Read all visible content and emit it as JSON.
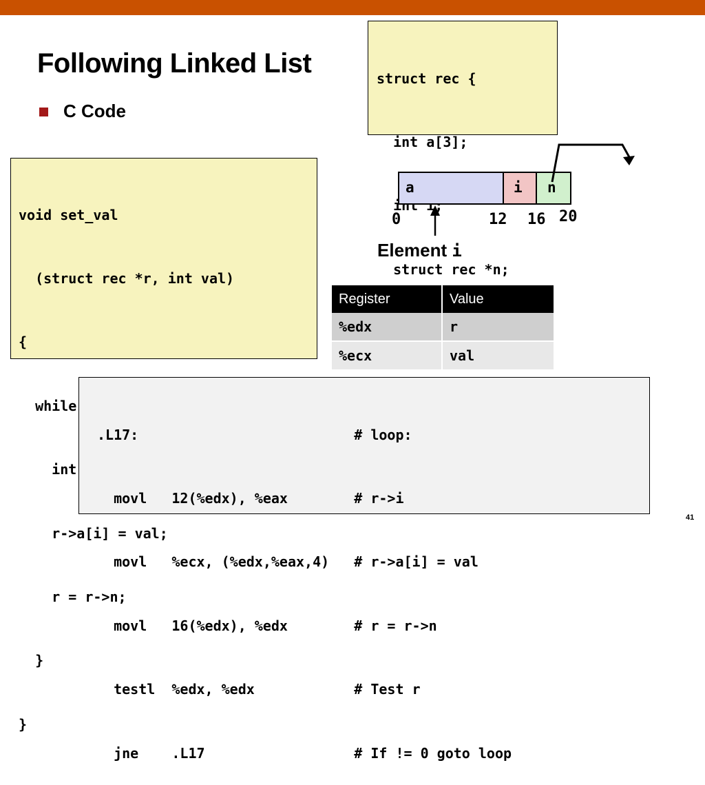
{
  "slide": {
    "title": "Following Linked List",
    "bullet": "C Code",
    "page_number": "41"
  },
  "struct_code": [
    "struct rec {",
    "  int a[3];",
    "  int i;",
    "  struct rec *n;",
    "};"
  ],
  "setval_code": [
    "void set_val",
    "  (struct rec *r, int val)",
    "{",
    "  while (r) {",
    "    int i = r->i;",
    "    r->a[i] = val;",
    "    r = r->n;",
    "  }",
    "}"
  ],
  "memory_diagram": {
    "cells": [
      "a",
      "i",
      "n"
    ],
    "offsets": [
      "0",
      "12",
      "16",
      "20"
    ],
    "element_label": "Element",
    "element_label_code": "i",
    "colors": {
      "a": "#d6d8f4",
      "i": "#f2c5c5",
      "n": "#d1f0cd"
    }
  },
  "register_table": {
    "headers": [
      "Register",
      "Value"
    ],
    "rows": [
      [
        "%edx",
        "r"
      ],
      [
        "%ecx",
        "val"
      ]
    ]
  },
  "asm_code": [
    ".L17:                          # loop:",
    "  movl   12(%edx), %eax        # r->i",
    "  movl   %ecx, (%edx,%eax,4)   # r->a[i] = val",
    "  movl   16(%edx), %edx        # r = r->n",
    "  testl  %edx, %edx            # Test r",
    "  jne    .L17                  # If != 0 goto loop"
  ],
  "colors": {
    "top_bar": "#c95100",
    "bullet": "#a31919",
    "code_box": "#f7f3be",
    "asm_box": "#f2f2f2"
  }
}
